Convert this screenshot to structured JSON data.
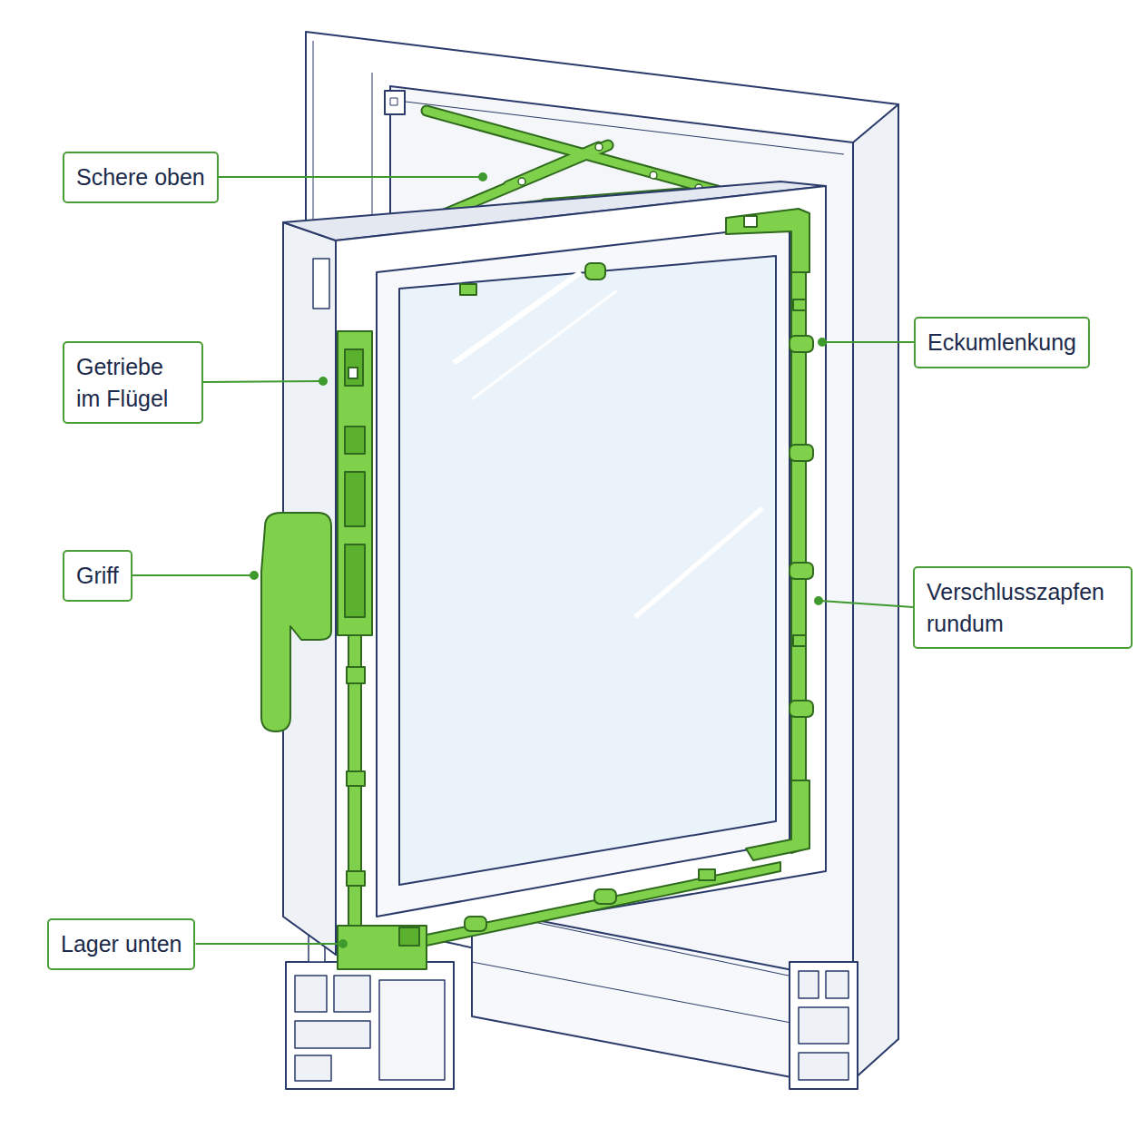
{
  "diagram": {
    "nodes": [
      {
        "text": [
          "Schere oben"
        ]
      },
      {
        "text": [
          "Eckumlenkung"
        ]
      },
      {
        "text": [
          "Getriebe im Flügel"
        ]
      },
      {
        "text": [
          "Griff"
        ]
      },
      {
        "text": [
          "Verschlusszapfen rundum"
        ]
      },
      {
        "text": [
          "Lager unten"
        ]
      }
    ]
  }
}
